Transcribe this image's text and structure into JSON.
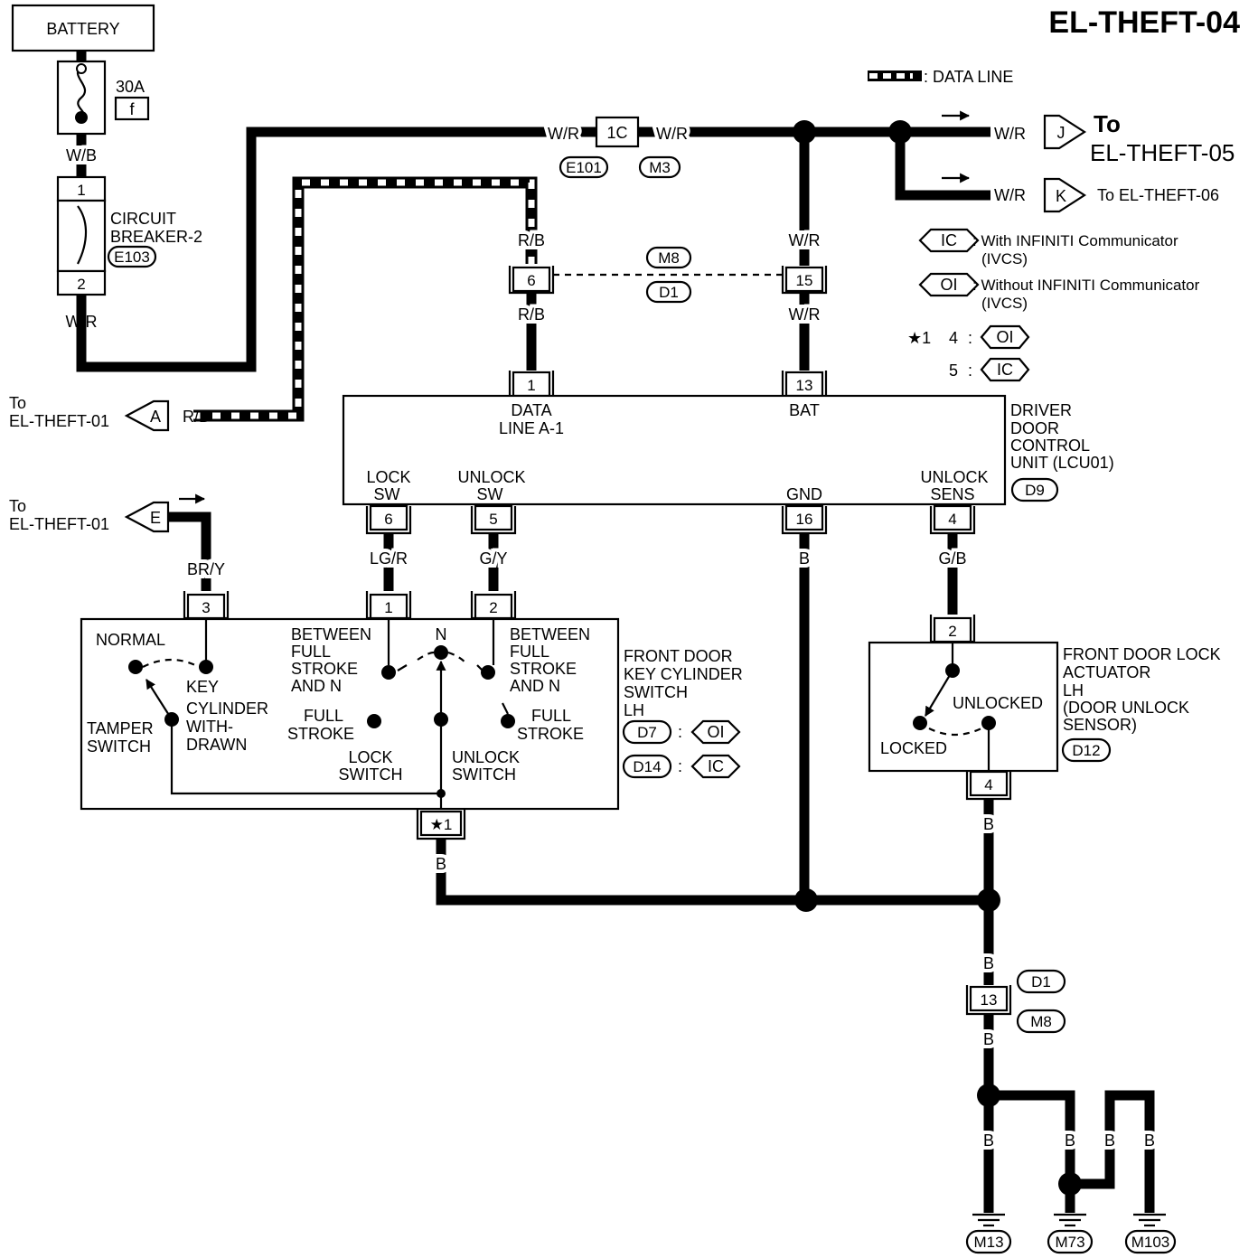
{
  "page_title": "EL-THEFT-04",
  "legend": {
    "data_line": ": DATA LINE",
    "ic_code": "IC",
    "ic_text_1": ": With INFINITI Communicator",
    "ic_text_2": "(IVCS)",
    "oi_code": "OI",
    "oi_text_1": ": Without INFINITI Communicator",
    "oi_text_2": "(IVCS)",
    "star_mark": "★1",
    "star_4": "4",
    "star_5": "5",
    "colon": ":"
  },
  "battery": {
    "label": "BATTERY",
    "fuse_rating": "30A",
    "fuse_id": "f"
  },
  "circuit_breaker": {
    "label_1": "CIRCUIT",
    "label_2": "BREAKER-2",
    "connector": "E103",
    "pin_1": "1",
    "pin_2": "2"
  },
  "wires": {
    "wb": "W/B",
    "wr": "W/R",
    "rb": "R/B",
    "bry": "BR/Y",
    "lgr": "LG/R",
    "gy": "G/Y",
    "gb": "G/B",
    "b": "B"
  },
  "connectors": {
    "c1c": "1C",
    "e101": "E101",
    "m3": "M3",
    "m8": "M8",
    "d1": "D1",
    "pin_6": "6",
    "pin_15": "15",
    "pin_13_ground": "13"
  },
  "offpage": {
    "j": "J",
    "k": "K",
    "a": "A",
    "e": "E",
    "to": "To",
    "to_theft05": "EL-THEFT-05",
    "to_theft06": "To EL-THEFT-06",
    "to_theft01": "EL-THEFT-01"
  },
  "dcu": {
    "name_1": "DRIVER",
    "name_2": "DOOR",
    "name_3": "CONTROL",
    "name_4": "UNIT (LCU01)",
    "connector": "D9",
    "pin1_num": "1",
    "pin1_l1": "DATA",
    "pin1_l2": "LINE A-1",
    "pin13_num": "13",
    "pin13_l": "BAT",
    "pin6_num": "6",
    "pin6_l1": "LOCK",
    "pin6_l2": "SW",
    "pin5_num": "5",
    "pin5_l1": "UNLOCK",
    "pin5_l2": "SW",
    "pin16_num": "16",
    "pin16_l": "GND",
    "pin4_num": "4",
    "pin4_l1": "UNLOCK",
    "pin4_l2": "SENS"
  },
  "key_switch": {
    "name_1": "FRONT DOOR",
    "name_2": "KEY CYLINDER",
    "name_3": "SWITCH",
    "name_4": "LH",
    "conn_d7": "D7",
    "conn_d14": "D14",
    "pin_3": "3",
    "pin_1": "1",
    "pin_2": "2",
    "pin_star": "★1",
    "normal": "NORMAL",
    "key_1": "KEY",
    "key_2": "CYLINDER",
    "key_3": "WITH-",
    "key_4": "DRAWN",
    "tamper_1": "TAMPER",
    "tamper_2": "SWITCH",
    "between_1": "BETWEEN",
    "between_2": "FULL",
    "between_3": "STROKE",
    "between_4": "AND N",
    "n": "N",
    "full_1": "FULL",
    "full_2": "STROKE",
    "lock_1": "LOCK",
    "lock_2": "SWITCH",
    "unlock_1": "UNLOCK",
    "unlock_2": "SWITCH"
  },
  "actuator": {
    "name_1": "FRONT DOOR LOCK",
    "name_2": "ACTUATOR",
    "name_3": "LH",
    "name_4": "(DOOR UNLOCK",
    "name_5": "SENSOR)",
    "connector": "D12",
    "pin_2": "2",
    "pin_4": "4",
    "unlocked": "UNLOCKED",
    "locked": "LOCKED"
  },
  "grounds": {
    "m13": "M13",
    "m73": "M73",
    "m103": "M103"
  }
}
